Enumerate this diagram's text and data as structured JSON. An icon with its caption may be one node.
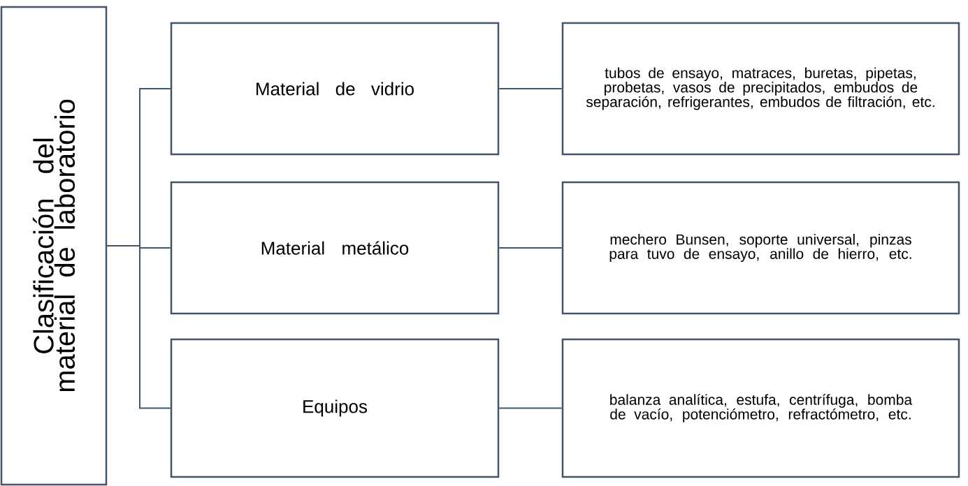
{
  "diagram": {
    "nodes": [
      {
        "text": [
          "Clasificación del material de laboratorio"
        ]
      },
      {
        "text": [
          "Material de vidrio"
        ]
      },
      {
        "text": [
          "Material metálico"
        ]
      },
      {
        "text": [
          "Equipos"
        ]
      },
      {
        "text": [
          "tubos de ensayo, matraces, buretas, pipetas, probetas, vasos de precipitados, embudos de separación, refrigerantes, embudos de filtración, etc."
        ]
      },
      {
        "text": [
          "mechero Bunsen, soporte universal, pinzas para tuvo de ensayo, anillo de hierro, etc."
        ]
      },
      {
        "text": [
          "balanza analítica, estufa, centrífuga, bomba de vacío, potenciómetro, refractómetro, etc."
        ]
      }
    ],
    "edges": [
      {
        "from": 0,
        "to": 1,
        "arrow": "none"
      },
      {
        "from": 0,
        "to": 2,
        "arrow": "none"
      },
      {
        "from": 0,
        "to": 3,
        "arrow": "none"
      },
      {
        "from": 1,
        "to": 4,
        "arrow": "none"
      },
      {
        "from": 2,
        "to": 5,
        "arrow": "none"
      },
      {
        "from": 3,
        "to": 6,
        "arrow": "none"
      }
    ]
  }
}
